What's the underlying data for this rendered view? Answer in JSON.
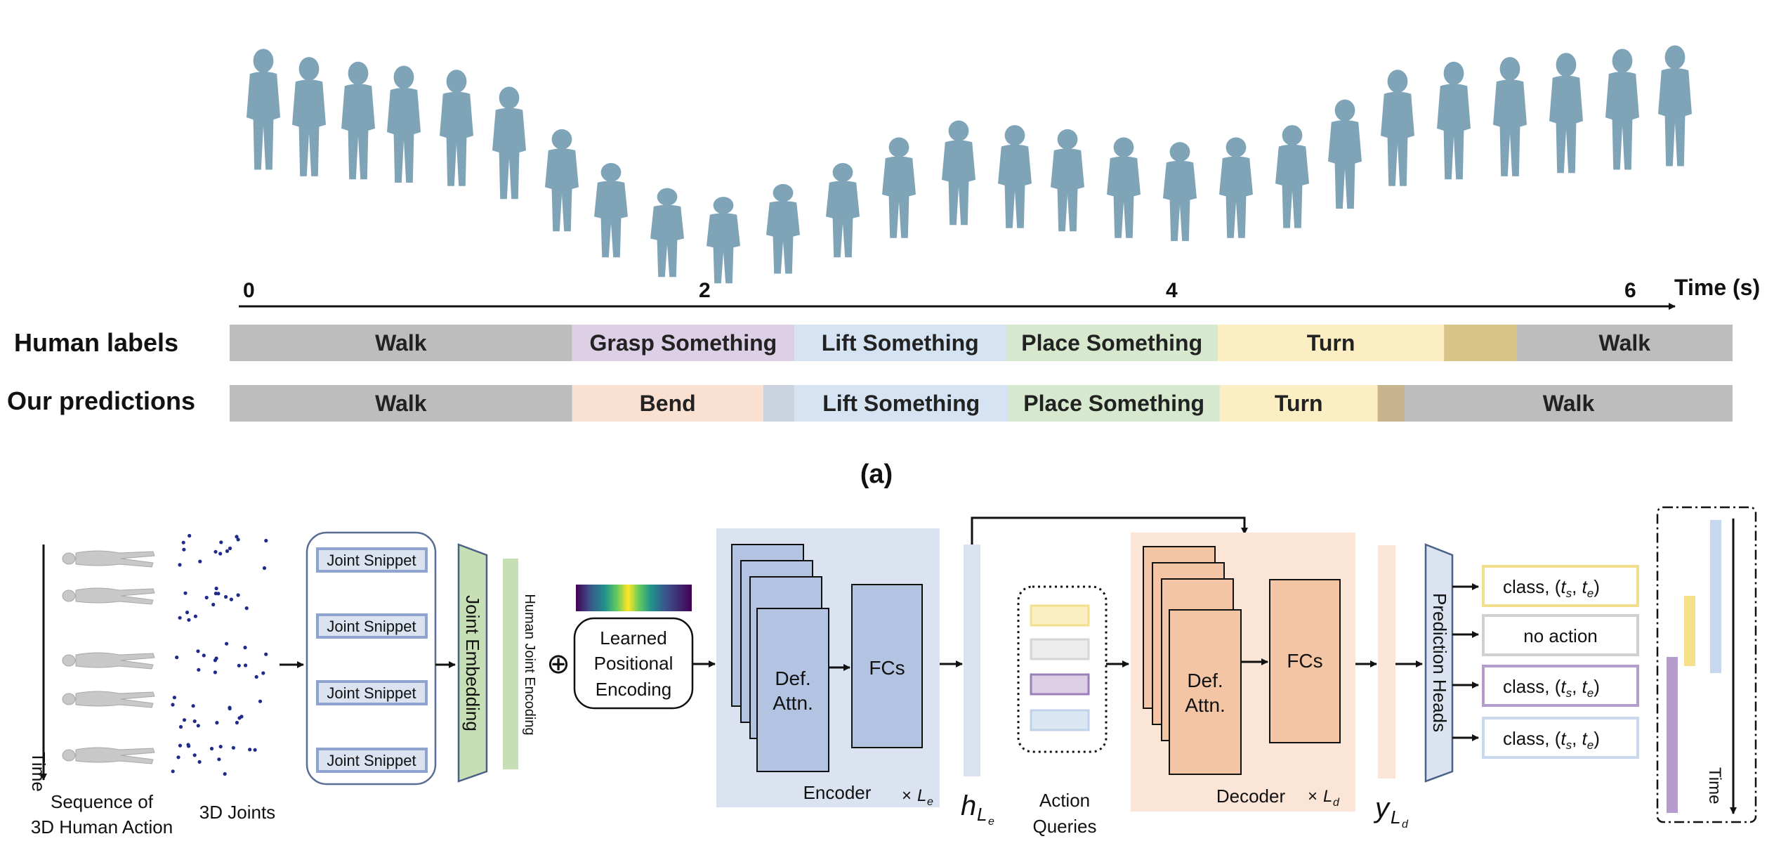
{
  "timeline": {
    "ticks": [
      "0",
      "2",
      "4",
      "6"
    ],
    "axis_label": "Time (s)",
    "rows": [
      {
        "name": "Human labels",
        "segments": [
          {
            "label": "Walk",
            "start": 0.0,
            "end": 1.65,
            "color": "#bdbdbd"
          },
          {
            "label": "Grasp Something",
            "start": 1.65,
            "end": 2.72,
            "color": "#dccfe6"
          },
          {
            "label": "Lift Something",
            "start": 2.72,
            "end": 3.74,
            "color": "#d5e3f2"
          },
          {
            "label": "Place Something",
            "start": 3.74,
            "end": 4.76,
            "color": "#d6e8cd"
          },
          {
            "label": "Turn",
            "start": 4.76,
            "end": 5.85,
            "color": "#fbeec2"
          },
          {
            "label": "",
            "start": 5.85,
            "end": 6.2,
            "color": "#d8c487"
          },
          {
            "label": "Walk",
            "start": 6.2,
            "end": 7.24,
            "color": "#bdbdbd"
          }
        ]
      },
      {
        "name": "Our predictions",
        "segments": [
          {
            "label": "Walk",
            "start": 0.0,
            "end": 1.65,
            "color": "#bdbdbd"
          },
          {
            "label": "Bend",
            "start": 1.65,
            "end": 2.57,
            "color": "#f9e0d1"
          },
          {
            "label": "",
            "start": 2.57,
            "end": 2.72,
            "color": "#cbd3df"
          },
          {
            "label": "Lift Something",
            "start": 2.72,
            "end": 3.75,
            "color": "#d5e3f2"
          },
          {
            "label": "Place Something",
            "start": 3.75,
            "end": 4.77,
            "color": "#d6e8cd"
          },
          {
            "label": "Turn",
            "start": 4.77,
            "end": 5.53,
            "color": "#fbeec2"
          },
          {
            "label": "",
            "start": 5.53,
            "end": 5.66,
            "color": "#c7b48d"
          },
          {
            "label": "Walk",
            "start": 5.66,
            "end": 7.24,
            "color": "#bdbdbd"
          }
        ]
      }
    ],
    "caption": "(a)"
  },
  "pipeline": {
    "input_caption_line1": "Sequence of",
    "input_caption_line2": "3D Human Action",
    "time_label": "Time",
    "joints_caption": "3D Joints",
    "snippets": [
      "Joint Snippet",
      "Joint Snippet",
      "Joint Snippet",
      "Joint Snippet"
    ],
    "joint_embedding": "Joint Embedding",
    "human_joint_encoding": "Human Joint Encoding",
    "oplus": "⊕",
    "pos_enc_line1": "Learned",
    "pos_enc_line2": "Positional",
    "pos_enc_line3": "Encoding",
    "encoder": {
      "attn_line1": "Def.",
      "attn_line2": "Attn.",
      "fcs": "FCs",
      "label": "Encoder",
      "times": "×",
      "layers_var": "L",
      "layers_sub": "e",
      "color": "#dbe3f1"
    },
    "h_var": "h",
    "h_sub": "L",
    "h_subsub": "e",
    "action_queries_line1": "Action",
    "action_queries_line2": "Queries",
    "query_colors": [
      "#fbeec2",
      "#e6e6e6",
      "#dccfe6",
      "#d5e3f2"
    ],
    "decoder": {
      "attn_line1": "Def.",
      "attn_line2": "Attn.",
      "fcs": "FCs",
      "label": "Decoder",
      "times": "×",
      "layers_var": "L",
      "layers_sub": "d",
      "color": "#fbe5d6"
    },
    "y_var": "y",
    "y_sub": "L",
    "y_subsub": "d",
    "prediction_heads": "Prediction Heads",
    "outputs": [
      {
        "text": "class,",
        "tuple": true,
        "border": "#f2df8e"
      },
      {
        "text": "no action",
        "tuple": false,
        "border": "#d0d0d0"
      },
      {
        "text": "class,",
        "tuple": true,
        "border": "#b49ccc"
      },
      {
        "text": "class,",
        "tuple": true,
        "border": "#c9d8ec"
      }
    ],
    "output_time_label": "Time"
  }
}
